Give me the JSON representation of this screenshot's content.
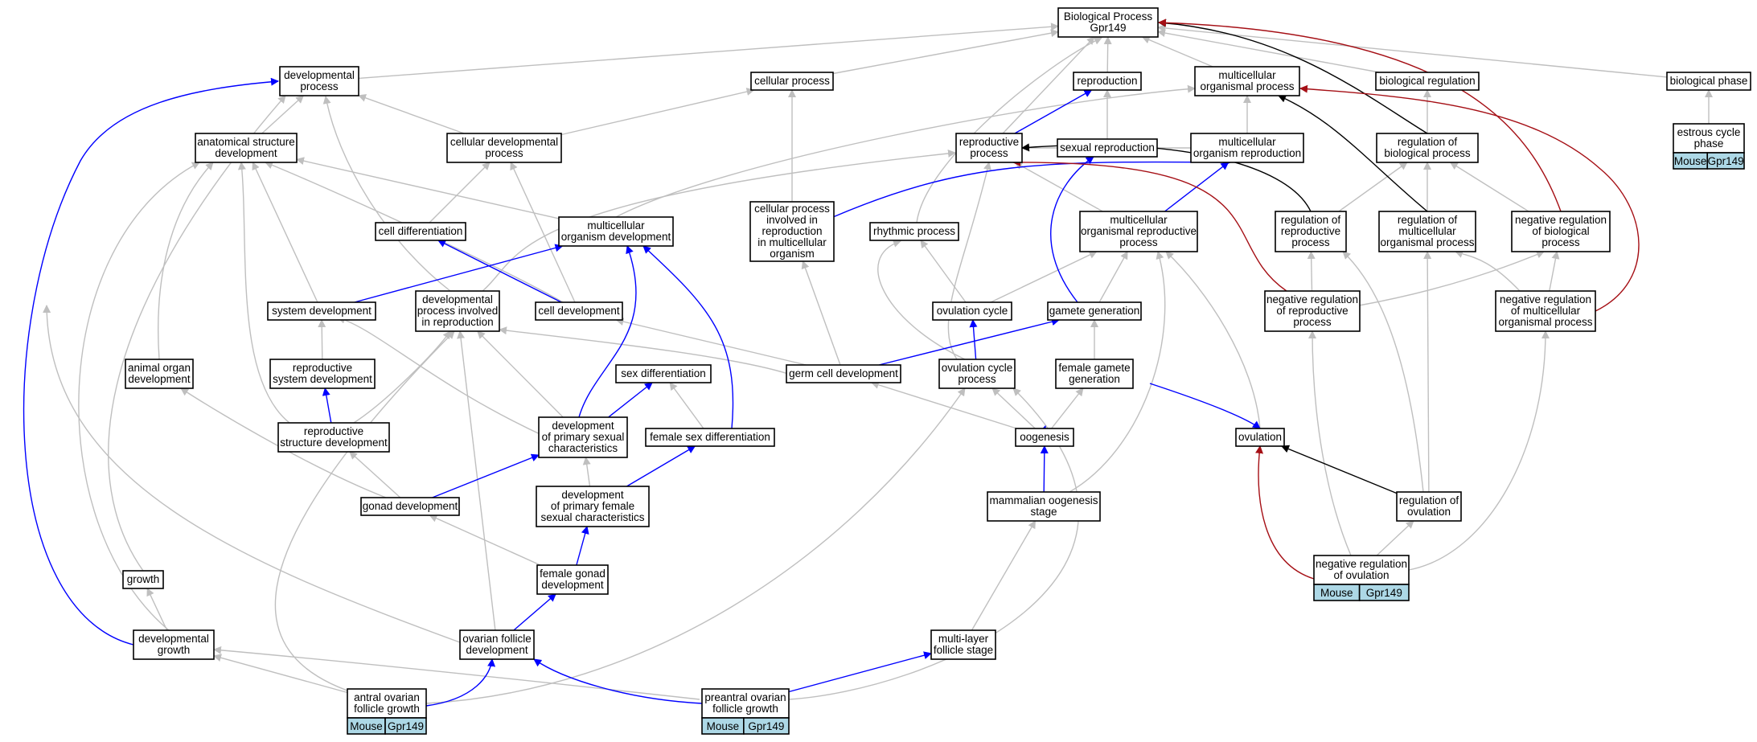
{
  "diagram": {
    "nodes": [
      {
        "id": "bp",
        "lines": [
          "Biological Process",
          "Gpr149"
        ]
      },
      {
        "id": "devproc",
        "lines": [
          "developmental",
          "process"
        ]
      },
      {
        "id": "cellproc",
        "lines": [
          "cellular process"
        ]
      },
      {
        "id": "repro",
        "lines": [
          "reproduction"
        ]
      },
      {
        "id": "multiorg",
        "lines": [
          "multicellular",
          "organismal process"
        ]
      },
      {
        "id": "bioreg",
        "lines": [
          "biological regulation"
        ]
      },
      {
        "id": "biophase",
        "lines": [
          "biological phase"
        ]
      },
      {
        "id": "anat",
        "lines": [
          "anatomical structure",
          "development"
        ]
      },
      {
        "id": "celldevproc",
        "lines": [
          "cellular developmental",
          "process"
        ]
      },
      {
        "id": "reproproc",
        "lines": [
          "reproductive",
          "process"
        ]
      },
      {
        "id": "sexrepro",
        "lines": [
          "sexual reproduction"
        ]
      },
      {
        "id": "multirepro",
        "lines": [
          "multicellular",
          "organism reproduction"
        ]
      },
      {
        "id": "regbio",
        "lines": [
          "regulation of",
          "biological process"
        ]
      },
      {
        "id": "estrous",
        "lines": [
          "estrous cycle",
          "phase"
        ]
      },
      {
        "id": "celldiff",
        "lines": [
          "cell differentiation"
        ]
      },
      {
        "id": "multidev",
        "lines": [
          "multicellular",
          "organism development"
        ]
      },
      {
        "id": "cellprocrepro",
        "lines": [
          "cellular process",
          "involved in",
          "reproduction",
          "in multicellular",
          "organism"
        ]
      },
      {
        "id": "rhythmic",
        "lines": [
          "rhythmic process"
        ]
      },
      {
        "id": "multiorgrepro",
        "lines": [
          "multicellular",
          "organismal reproductive",
          "process"
        ]
      },
      {
        "id": "regrepro",
        "lines": [
          "regulation of",
          "reproductive",
          "process"
        ]
      },
      {
        "id": "regmulti",
        "lines": [
          "regulation of",
          "multicellular",
          "organismal process"
        ]
      },
      {
        "id": "negregbio",
        "lines": [
          "negative regulation",
          "of biological",
          "process"
        ]
      },
      {
        "id": "sysdev",
        "lines": [
          "system development"
        ]
      },
      {
        "id": "devprocrepro",
        "lines": [
          "developmental",
          "process involved",
          "in reproduction"
        ]
      },
      {
        "id": "celldev",
        "lines": [
          "cell development"
        ]
      },
      {
        "id": "ovcycle",
        "lines": [
          "ovulation cycle"
        ]
      },
      {
        "id": "gamgen",
        "lines": [
          "gamete generation"
        ]
      },
      {
        "id": "negregrepro",
        "lines": [
          "negative regulation",
          "of reproductive",
          "process"
        ]
      },
      {
        "id": "negregmulti",
        "lines": [
          "negative regulation",
          "of multicellular",
          "organismal process"
        ]
      },
      {
        "id": "animorg",
        "lines": [
          "animal organ",
          "development"
        ]
      },
      {
        "id": "reprosysdev",
        "lines": [
          "reproductive",
          "system development"
        ]
      },
      {
        "id": "sexdiff",
        "lines": [
          "sex differentiation"
        ]
      },
      {
        "id": "germcell",
        "lines": [
          "germ cell development"
        ]
      },
      {
        "id": "ovcycleproc",
        "lines": [
          "ovulation cycle",
          "process"
        ]
      },
      {
        "id": "femgamgen",
        "lines": [
          "female gamete",
          "generation"
        ]
      },
      {
        "id": "reprostruct",
        "lines": [
          "reproductive",
          "structure development"
        ]
      },
      {
        "id": "devprimsex",
        "lines": [
          "development",
          "of primary sexual",
          "characteristics"
        ]
      },
      {
        "id": "femsexdiff",
        "lines": [
          "female sex differentiation"
        ]
      },
      {
        "id": "oogenesis",
        "lines": [
          "oogenesis"
        ]
      },
      {
        "id": "ovulation",
        "lines": [
          "ovulation"
        ]
      },
      {
        "id": "gonaddev",
        "lines": [
          "gonad development"
        ]
      },
      {
        "id": "devprimfem",
        "lines": [
          "development",
          "of primary female",
          "sexual characteristics"
        ]
      },
      {
        "id": "mamoog",
        "lines": [
          "mammalian oogenesis",
          "stage"
        ]
      },
      {
        "id": "regov",
        "lines": [
          "regulation of",
          "ovulation"
        ]
      },
      {
        "id": "growth",
        "lines": [
          "growth"
        ]
      },
      {
        "id": "femgonad",
        "lines": [
          "female gonad",
          "development"
        ]
      },
      {
        "id": "negregov",
        "lines": [
          "negative regulation",
          "of ovulation"
        ]
      },
      {
        "id": "devgrowth",
        "lines": [
          "developmental",
          "growth"
        ]
      },
      {
        "id": "ovfoll",
        "lines": [
          "ovarian follicle",
          "development"
        ]
      },
      {
        "id": "multilayer",
        "lines": [
          "multi-layer",
          "follicle stage"
        ]
      },
      {
        "id": "antral",
        "lines": [
          "antral ovarian",
          "follicle growth"
        ]
      },
      {
        "id": "preantral",
        "lines": [
          "preantral ovarian",
          "follicle growth"
        ]
      }
    ],
    "annotations": [
      {
        "node": "estrous",
        "species": "Mouse",
        "gene": "Gpr149"
      },
      {
        "node": "negregov",
        "species": "Mouse",
        "gene": "Gpr149"
      },
      {
        "node": "antral",
        "species": "Mouse",
        "gene": "Gpr149"
      },
      {
        "node": "preantral",
        "species": "Mouse",
        "gene": "Gpr149"
      }
    ],
    "edge_colors": {
      "is_a": "#bfbfbf",
      "part_of": "#0000ff",
      "regulates": "#000000",
      "negatively_regulates": "#a50f15"
    }
  }
}
